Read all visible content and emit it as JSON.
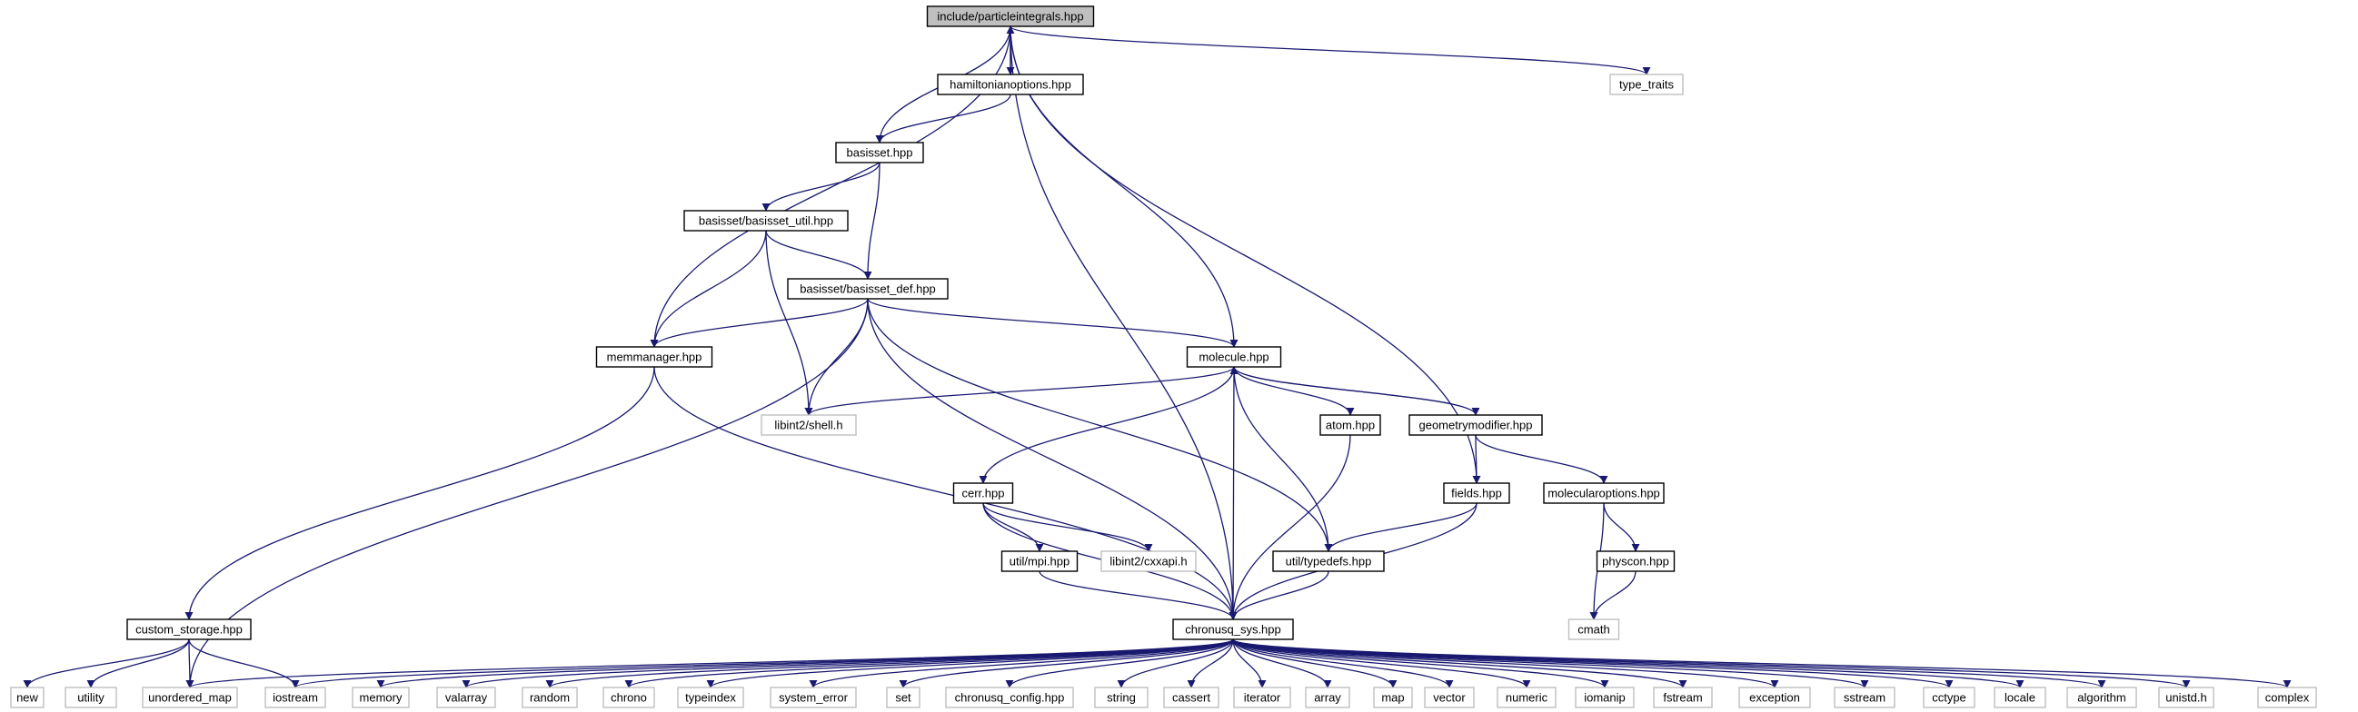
{
  "colors": {
    "edge": "#191970",
    "root_fill": "#bfbfbf",
    "node_fill": "#ffffff",
    "project_border": "#000000",
    "system_border": "#bfbfbf"
  },
  "nodes": [
    {
      "id": "root",
      "label": "include/particleintegrals.hpp",
      "kind": "root"
    },
    {
      "id": "hamiltonianoptions",
      "label": "hamiltonianoptions.hpp",
      "kind": "project"
    },
    {
      "id": "type_traits",
      "label": "type_traits",
      "kind": "system"
    },
    {
      "id": "basisset",
      "label": "basisset.hpp",
      "kind": "project"
    },
    {
      "id": "basisset_util",
      "label": "basisset/basisset_util.hpp",
      "kind": "project"
    },
    {
      "id": "basisset_def",
      "label": "basisset/basisset_def.hpp",
      "kind": "project"
    },
    {
      "id": "memmanager",
      "label": "memmanager.hpp",
      "kind": "project"
    },
    {
      "id": "molecule",
      "label": "molecule.hpp",
      "kind": "project"
    },
    {
      "id": "libint_shell",
      "label": "libint2/shell.h",
      "kind": "system"
    },
    {
      "id": "atom",
      "label": "atom.hpp",
      "kind": "project"
    },
    {
      "id": "geometrymodifier",
      "label": "geometrymodifier.hpp",
      "kind": "project"
    },
    {
      "id": "cerr",
      "label": "cerr.hpp",
      "kind": "project"
    },
    {
      "id": "fields",
      "label": "fields.hpp",
      "kind": "project"
    },
    {
      "id": "molecularoptions",
      "label": "molecularoptions.hpp",
      "kind": "project"
    },
    {
      "id": "util_mpi",
      "label": "util/mpi.hpp",
      "kind": "project"
    },
    {
      "id": "libint_cxxapi",
      "label": "libint2/cxxapi.h",
      "kind": "system"
    },
    {
      "id": "util_typedefs",
      "label": "util/typedefs.hpp",
      "kind": "project"
    },
    {
      "id": "physcon",
      "label": "physcon.hpp",
      "kind": "project"
    },
    {
      "id": "custom_storage",
      "label": "custom_storage.hpp",
      "kind": "project"
    },
    {
      "id": "chronusq_sys",
      "label": "chronusq_sys.hpp",
      "kind": "project"
    },
    {
      "id": "cmath",
      "label": "cmath",
      "kind": "system"
    },
    {
      "id": "new",
      "label": "new",
      "kind": "system"
    },
    {
      "id": "utility",
      "label": "utility",
      "kind": "system"
    },
    {
      "id": "unordered_map",
      "label": "unordered_map",
      "kind": "system"
    },
    {
      "id": "iostream",
      "label": "iostream",
      "kind": "system"
    },
    {
      "id": "memory",
      "label": "memory",
      "kind": "system"
    },
    {
      "id": "valarray",
      "label": "valarray",
      "kind": "system"
    },
    {
      "id": "random",
      "label": "random",
      "kind": "system"
    },
    {
      "id": "chrono",
      "label": "chrono",
      "kind": "system"
    },
    {
      "id": "typeindex",
      "label": "typeindex",
      "kind": "system"
    },
    {
      "id": "system_error",
      "label": "system_error",
      "kind": "system"
    },
    {
      "id": "set",
      "label": "set",
      "kind": "system"
    },
    {
      "id": "chronusq_config",
      "label": "chronusq_config.hpp",
      "kind": "system"
    },
    {
      "id": "string",
      "label": "string",
      "kind": "system"
    },
    {
      "id": "cassert",
      "label": "cassert",
      "kind": "system"
    },
    {
      "id": "iterator",
      "label": "iterator",
      "kind": "system"
    },
    {
      "id": "array",
      "label": "array",
      "kind": "system"
    },
    {
      "id": "map",
      "label": "map",
      "kind": "system"
    },
    {
      "id": "vector",
      "label": "vector",
      "kind": "system"
    },
    {
      "id": "numeric",
      "label": "numeric",
      "kind": "system"
    },
    {
      "id": "iomanip",
      "label": "iomanip",
      "kind": "system"
    },
    {
      "id": "fstream",
      "label": "fstream",
      "kind": "system"
    },
    {
      "id": "exception",
      "label": "exception",
      "kind": "system"
    },
    {
      "id": "sstream",
      "label": "sstream",
      "kind": "system"
    },
    {
      "id": "cctype",
      "label": "cctype",
      "kind": "system"
    },
    {
      "id": "locale",
      "label": "locale",
      "kind": "system"
    },
    {
      "id": "algorithm",
      "label": "algorithm",
      "kind": "system"
    },
    {
      "id": "unistd",
      "label": "unistd.h",
      "kind": "system"
    },
    {
      "id": "complex",
      "label": "complex",
      "kind": "system"
    }
  ],
  "edges": [
    [
      "root",
      "hamiltonianoptions"
    ],
    [
      "root",
      "type_traits"
    ],
    [
      "root",
      "basisset"
    ],
    [
      "root",
      "memmanager"
    ],
    [
      "root",
      "molecule"
    ],
    [
      "root",
      "fields"
    ],
    [
      "root",
      "chronusq_sys"
    ],
    [
      "hamiltonianoptions",
      "root"
    ],
    [
      "hamiltonianoptions",
      "basisset"
    ],
    [
      "basisset",
      "basisset_util"
    ],
    [
      "basisset",
      "basisset_def"
    ],
    [
      "basisset_util",
      "basisset_def"
    ],
    [
      "basisset_util",
      "memmanager"
    ],
    [
      "basisset_util",
      "libint_shell"
    ],
    [
      "basisset_def",
      "memmanager"
    ],
    [
      "basisset_def",
      "molecule"
    ],
    [
      "basisset_def",
      "libint_shell"
    ],
    [
      "basisset_def",
      "unordered_map"
    ],
    [
      "basisset_def",
      "chronusq_sys"
    ],
    [
      "basisset_def",
      "util_typedefs"
    ],
    [
      "memmanager",
      "custom_storage"
    ],
    [
      "memmanager",
      "chronusq_sys"
    ],
    [
      "molecule",
      "libint_shell"
    ],
    [
      "molecule",
      "atom"
    ],
    [
      "molecule",
      "geometrymodifier"
    ],
    [
      "molecule",
      "cerr"
    ],
    [
      "molecule",
      "util_typedefs"
    ],
    [
      "molecule",
      "chronusq_sys"
    ],
    [
      "geometrymodifier",
      "molecule"
    ],
    [
      "geometrymodifier",
      "fields"
    ],
    [
      "geometrymodifier",
      "molecularoptions"
    ],
    [
      "atom",
      "chronusq_sys"
    ],
    [
      "cerr",
      "util_mpi"
    ],
    [
      "cerr",
      "libint_cxxapi"
    ],
    [
      "cerr",
      "chronusq_sys"
    ],
    [
      "util_mpi",
      "chronusq_sys"
    ],
    [
      "fields",
      "util_typedefs"
    ],
    [
      "fields",
      "chronusq_sys"
    ],
    [
      "molecularoptions",
      "physcon"
    ],
    [
      "molecularoptions",
      "cmath"
    ],
    [
      "physcon",
      "cmath"
    ],
    [
      "util_typedefs",
      "chronusq_sys"
    ],
    [
      "custom_storage",
      "new"
    ],
    [
      "custom_storage",
      "utility"
    ],
    [
      "custom_storage",
      "unordered_map"
    ],
    [
      "custom_storage",
      "iostream"
    ],
    [
      "chronusq_sys",
      "unordered_map"
    ],
    [
      "chronusq_sys",
      "iostream"
    ],
    [
      "chronusq_sys",
      "memory"
    ],
    [
      "chronusq_sys",
      "valarray"
    ],
    [
      "chronusq_sys",
      "random"
    ],
    [
      "chronusq_sys",
      "chrono"
    ],
    [
      "chronusq_sys",
      "typeindex"
    ],
    [
      "chronusq_sys",
      "system_error"
    ],
    [
      "chronusq_sys",
      "set"
    ],
    [
      "chronusq_sys",
      "chronusq_config"
    ],
    [
      "chronusq_sys",
      "string"
    ],
    [
      "chronusq_sys",
      "cassert"
    ],
    [
      "chronusq_sys",
      "iterator"
    ],
    [
      "chronusq_sys",
      "array"
    ],
    [
      "chronusq_sys",
      "map"
    ],
    [
      "chronusq_sys",
      "vector"
    ],
    [
      "chronusq_sys",
      "numeric"
    ],
    [
      "chronusq_sys",
      "iomanip"
    ],
    [
      "chronusq_sys",
      "fstream"
    ],
    [
      "chronusq_sys",
      "exception"
    ],
    [
      "chronusq_sys",
      "sstream"
    ],
    [
      "chronusq_sys",
      "cctype"
    ],
    [
      "chronusq_sys",
      "locale"
    ],
    [
      "chronusq_sys",
      "algorithm"
    ],
    [
      "chronusq_sys",
      "unistd"
    ],
    [
      "chronusq_sys",
      "complex"
    ]
  ]
}
